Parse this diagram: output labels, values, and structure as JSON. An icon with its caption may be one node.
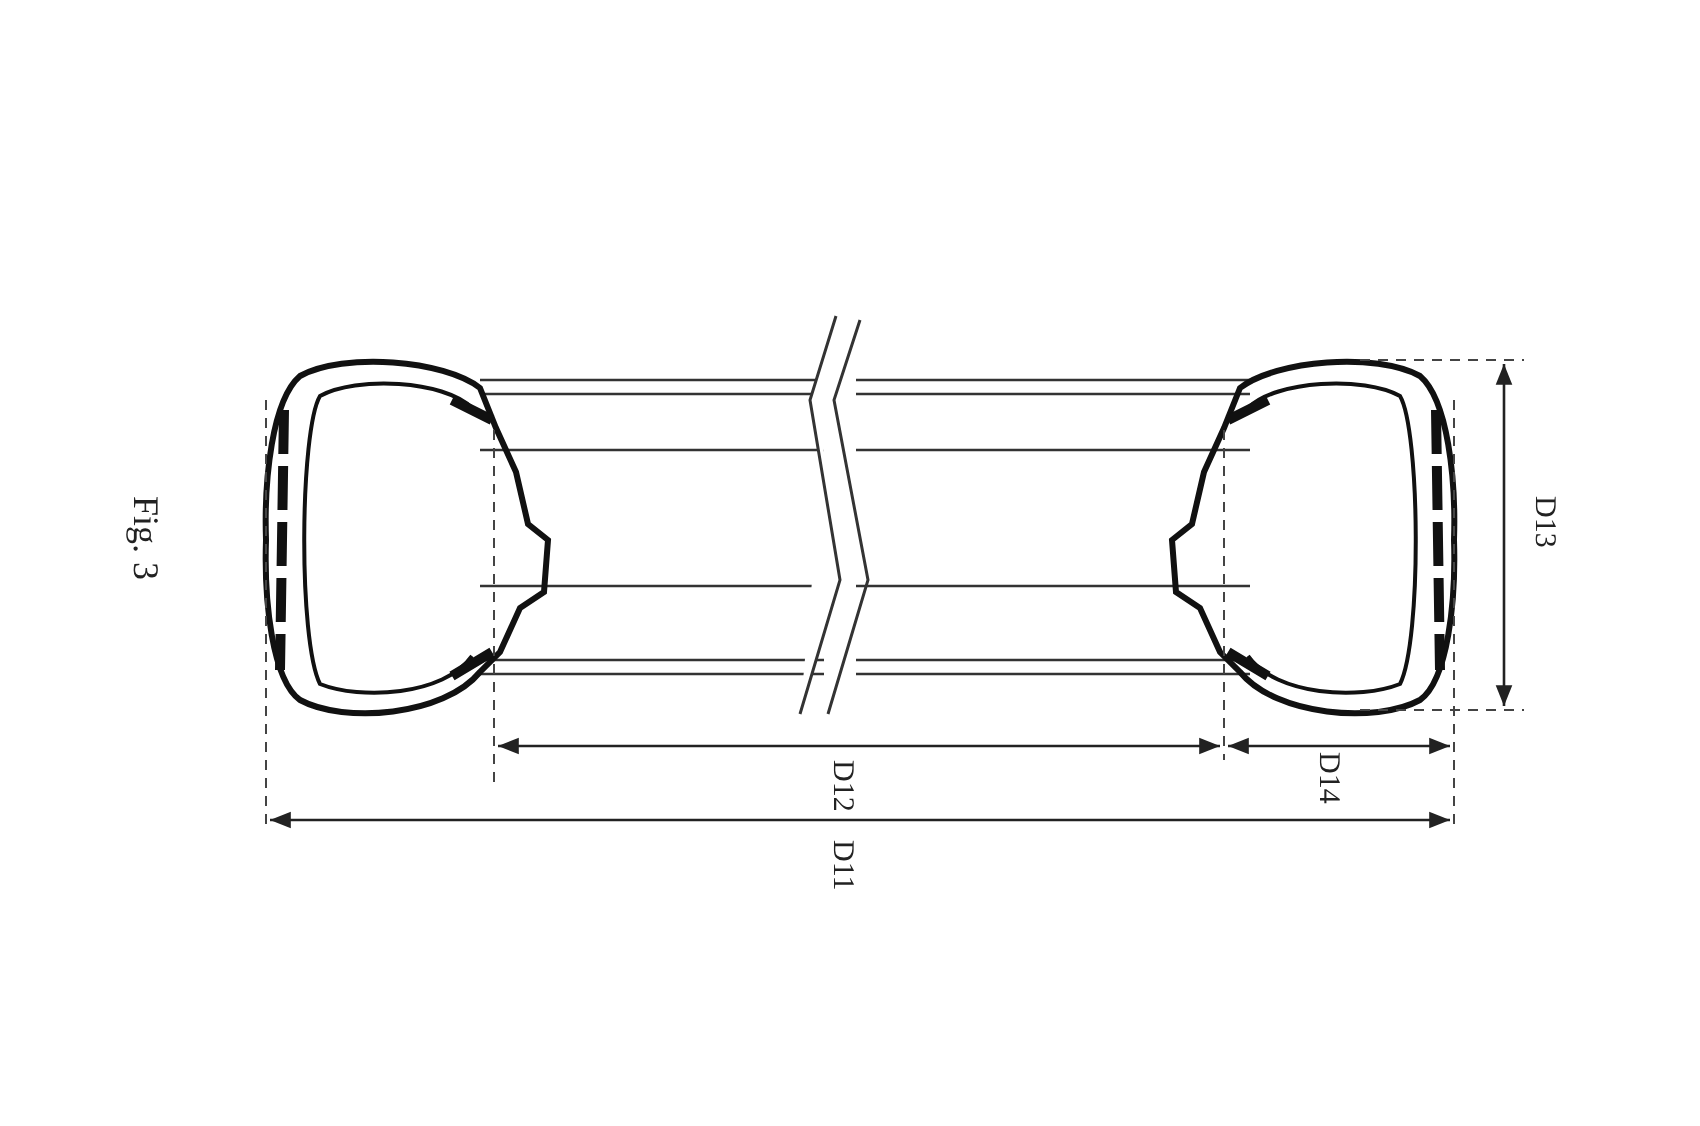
{
  "diagram": {
    "labels": [
      "Fig. 3",
      "D13",
      "D12",
      "D14",
      "D11"
    ]
  }
}
